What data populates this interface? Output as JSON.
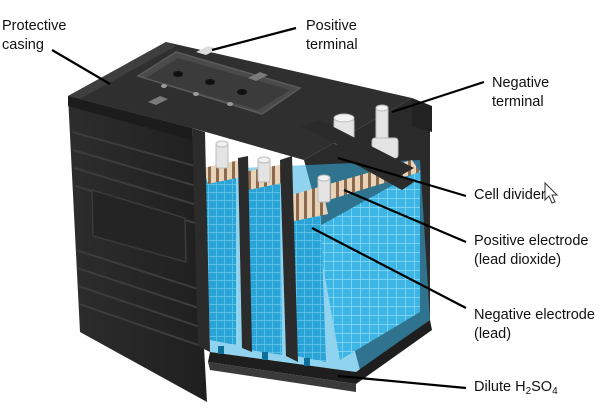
{
  "labels": {
    "protective_casing": [
      "Protective",
      "casing"
    ],
    "positive_terminal": [
      "Positive",
      "terminal"
    ],
    "negative_terminal": [
      "Negative",
      "terminal"
    ],
    "cell_divider": "Cell divider",
    "positive_electrode": [
      "Positive electrode",
      "(lead dioxide)"
    ],
    "negative_electrode": [
      "Negative electrode",
      "(lead)"
    ],
    "electrolyte": {
      "prefix": "Dilute H",
      "sub1": "2",
      "mid": "SO",
      "sub2": "4"
    }
  },
  "colors": {
    "casing": "#2b2b2b",
    "casing_edge": "#3a3a3a",
    "casing_top": "#343434",
    "electrolyte": "#33aee0",
    "electrode_grid": "#7fd3f2",
    "plate_positive": "#a07b5a",
    "plate_negative": "#e9d3b8",
    "terminal": "#dcdcdc",
    "leader_line": "#000000"
  },
  "icons": [
    "cursor-arrow-icon"
  ]
}
